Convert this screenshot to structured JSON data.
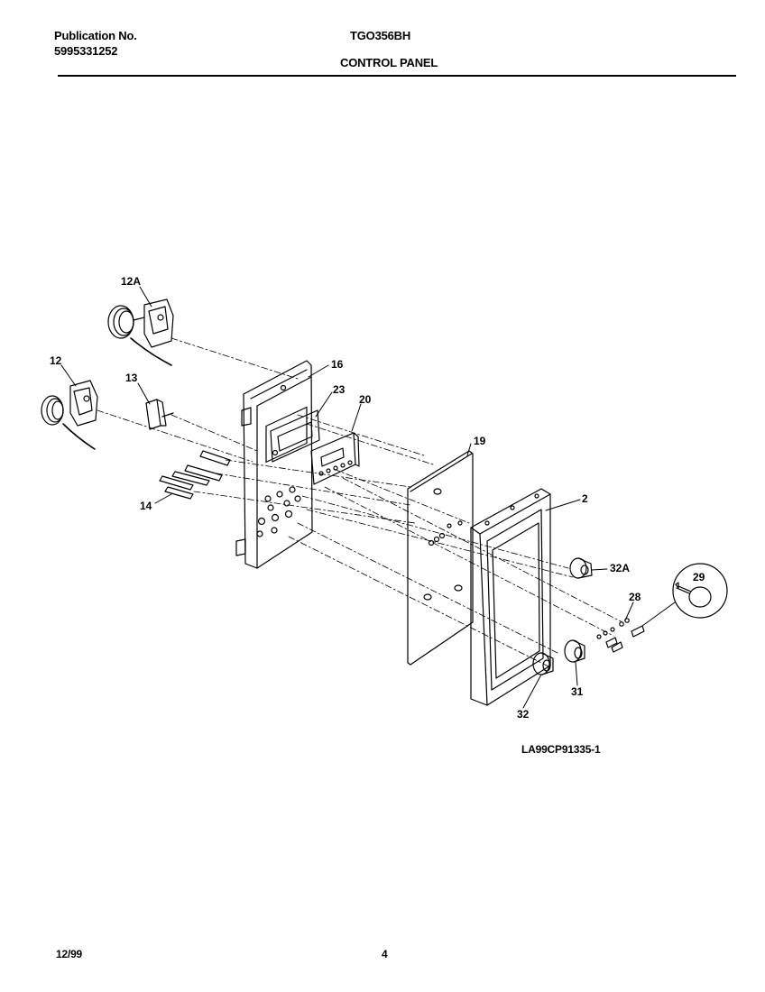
{
  "header": {
    "publication_label": "Publication No.",
    "publication_number": "5995331252",
    "model": "TGO356BH",
    "section_title": "CONTROL PANEL"
  },
  "diagram": {
    "callouts": {
      "c12A": "12A",
      "c12": "12",
      "c13": "13",
      "c14": "14",
      "c16": "16",
      "c23": "23",
      "c20": "20",
      "c19": "19",
      "c2": "2",
      "c32A": "32A",
      "c29": "29",
      "c28": "28",
      "c31": "31",
      "c32": "32"
    },
    "drawing_number": "LA99CP91335-1"
  },
  "footer": {
    "date": "12/99",
    "page_number": "4"
  }
}
